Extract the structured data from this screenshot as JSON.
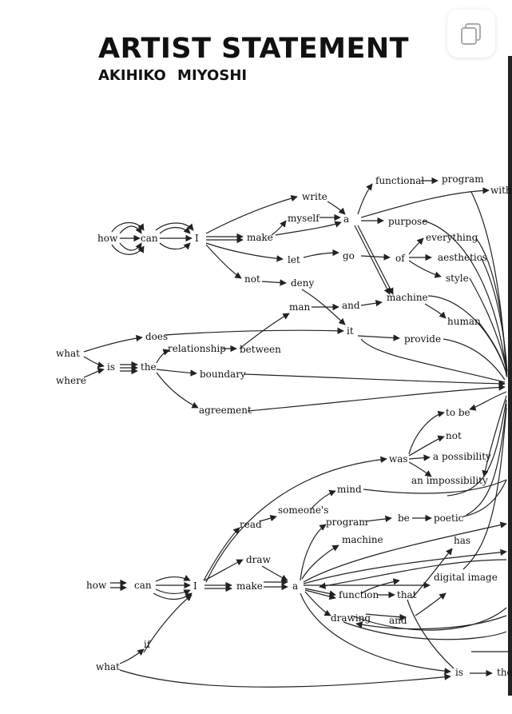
{
  "document": {
    "title": "ARTIST STATEMENT",
    "author": "AKIHIKO   MIYOSHI"
  },
  "toolbar": {
    "icon": "copy-icon"
  },
  "diagram": {
    "words": [
      "write",
      "functional",
      "program",
      "with",
      "myself",
      "a",
      "purpose",
      "how",
      "can",
      "I",
      "make",
      "everything",
      "go",
      "of",
      "aesthetics",
      "let",
      "style",
      "not",
      "deny",
      "machine",
      "man",
      "and",
      "human",
      "does",
      "it",
      "what",
      "provide",
      "relationship",
      "between",
      "is",
      "the",
      "where",
      "boundary",
      "agreement",
      "to be",
      "not",
      "was",
      "a possibility",
      "an impossibility",
      "mind",
      "someone's",
      "read",
      "program",
      "be",
      "poetic",
      "machine",
      "has",
      "draw",
      "how",
      "can",
      "I",
      "make",
      "a",
      "digital image",
      "function",
      "that",
      "drawing",
      "and",
      "if",
      "what",
      "is",
      "the"
    ]
  },
  "colors": {
    "ink": "#111111",
    "paper": "#ffffff"
  }
}
